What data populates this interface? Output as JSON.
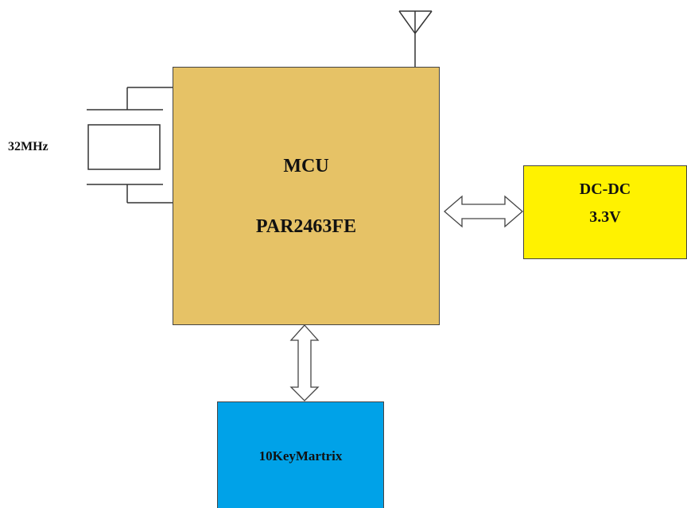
{
  "mcu": {
    "title": "MCU",
    "part": "PAR2463FE",
    "color": "#E6C266"
  },
  "crystal": {
    "label": "32MHz"
  },
  "dcdc": {
    "title": "DC-DC",
    "voltage": "3.3V",
    "color": "#FFF200"
  },
  "keypad": {
    "label": "10KeyMartrix",
    "color": "#00A2E8"
  },
  "antenna": {
    "icon": "antenna-icon"
  },
  "arrows": {
    "mcu_dcdc": "double-arrow-horizontal",
    "mcu_keypad": "double-arrow-vertical"
  }
}
